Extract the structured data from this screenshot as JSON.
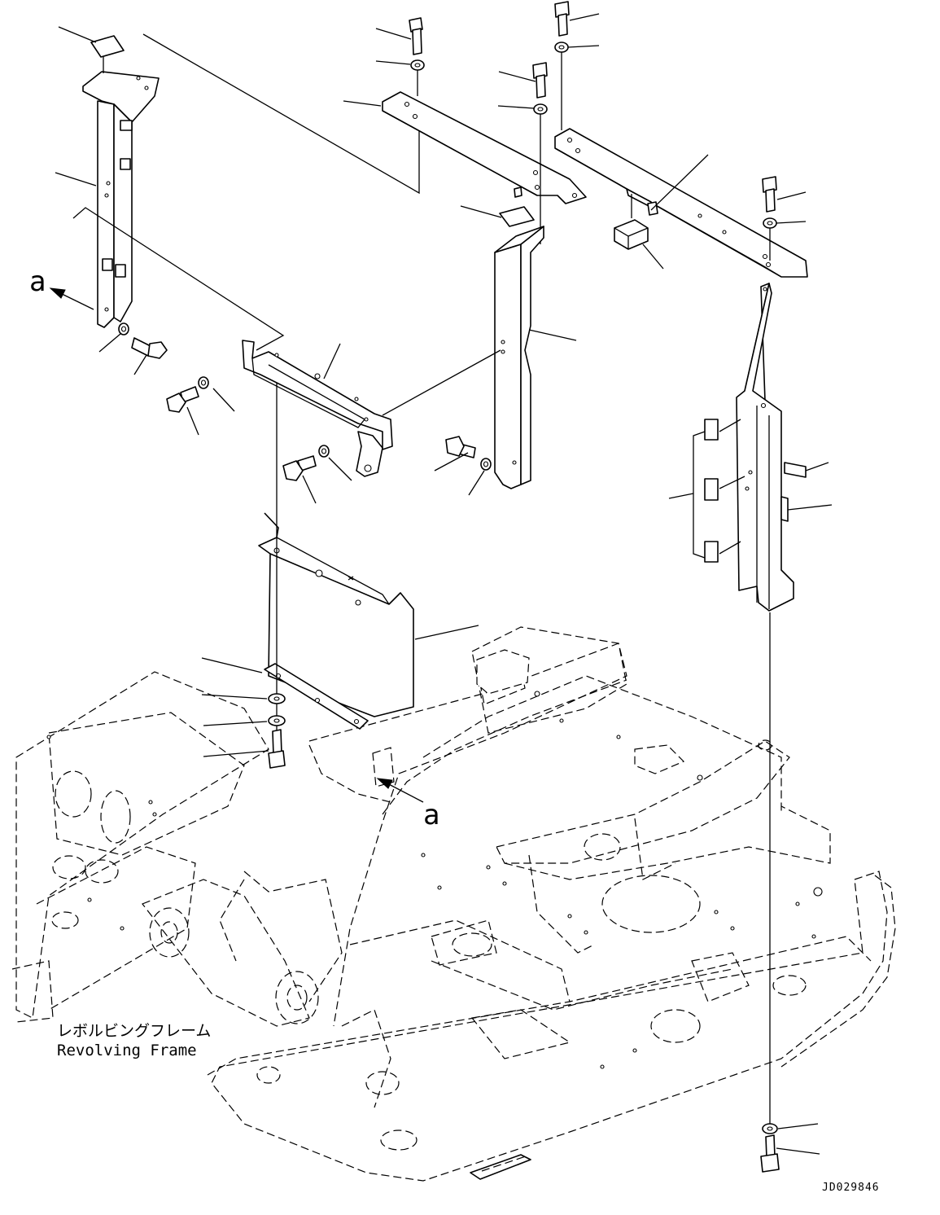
{
  "labels": {
    "frame_jp": "レボルビングフレーム",
    "frame_en": "Revolving Frame",
    "view_arrow_1": "a",
    "view_arrow_2": "a",
    "drawing_code": "JD029846"
  },
  "colors": {
    "line": "#000000",
    "background": "#ffffff"
  },
  "icons": [
    "arrow-a-icon"
  ]
}
